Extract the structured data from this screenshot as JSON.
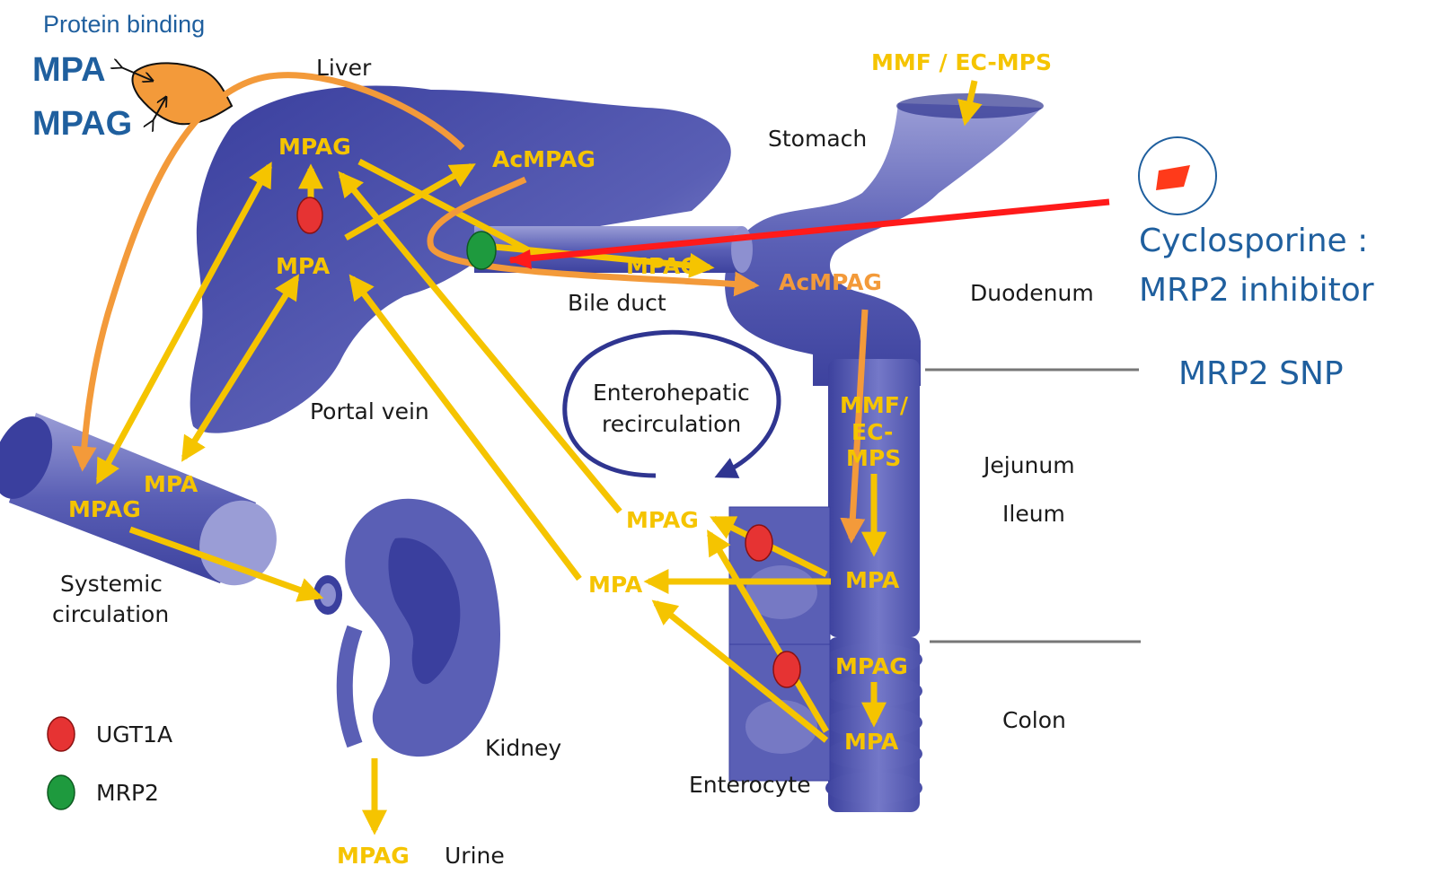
{
  "protein_binding": {
    "title": "Protein binding",
    "mpa": "MPA",
    "mpag": "MPAG"
  },
  "organs": {
    "liver": "Liver",
    "stomach": "Stomach",
    "bile_duct": "Bile duct",
    "duodenum": "Duodenum",
    "portal_vein": "Portal vein",
    "jejunum": "Jejunum",
    "ileum": "Ileum",
    "colon": "Colon",
    "systemic_line1": "Systemic",
    "systemic_line2": "circulation",
    "kidney": "Kidney",
    "enterocyte": "Enterocyte",
    "urine": "Urine"
  },
  "cycle": {
    "line1": "Enterohepatic",
    "line2": "recirculation"
  },
  "metabolites": {
    "mmf_top": "MMF / EC-MPS",
    "liver_mpag": "MPAG",
    "liver_acmpag": "AcMPAG",
    "liver_mpa": "MPA",
    "bile_mpag": "MPAG",
    "duodenum_acmpag": "AcMPAG",
    "intestine_mmf_line1": "MMF/",
    "intestine_mmf_line2": "EC-",
    "intestine_mmf_line3": "MPS",
    "intestine_mpa": "MPA",
    "colon_mpag": "MPAG",
    "colon_mpa": "MPA",
    "systemic_mpa": "MPA",
    "systemic_mpag": "MPAG",
    "entero_mpag": "MPAG",
    "entero_mpa": "MPA",
    "urine_mpag": "MPAG"
  },
  "legend": {
    "items": [
      {
        "label": "UGT1A",
        "color": "#e63333"
      },
      {
        "label": "MRP2",
        "color": "#1e9a3e"
      }
    ]
  },
  "annotations": {
    "cyclosporine_line1": "Cyclosporine :",
    "cyclosporine_line2": "MRP2 inhibitor",
    "snp": "MRP2 SNP"
  },
  "colors": {
    "organ_blue": "#4a4fa8",
    "arrow_yellow": "#f5c400",
    "arrow_orange": "#f39a3a",
    "inhibitor_red": "#ff1a1a",
    "text_blue": "#1f5f9e"
  }
}
